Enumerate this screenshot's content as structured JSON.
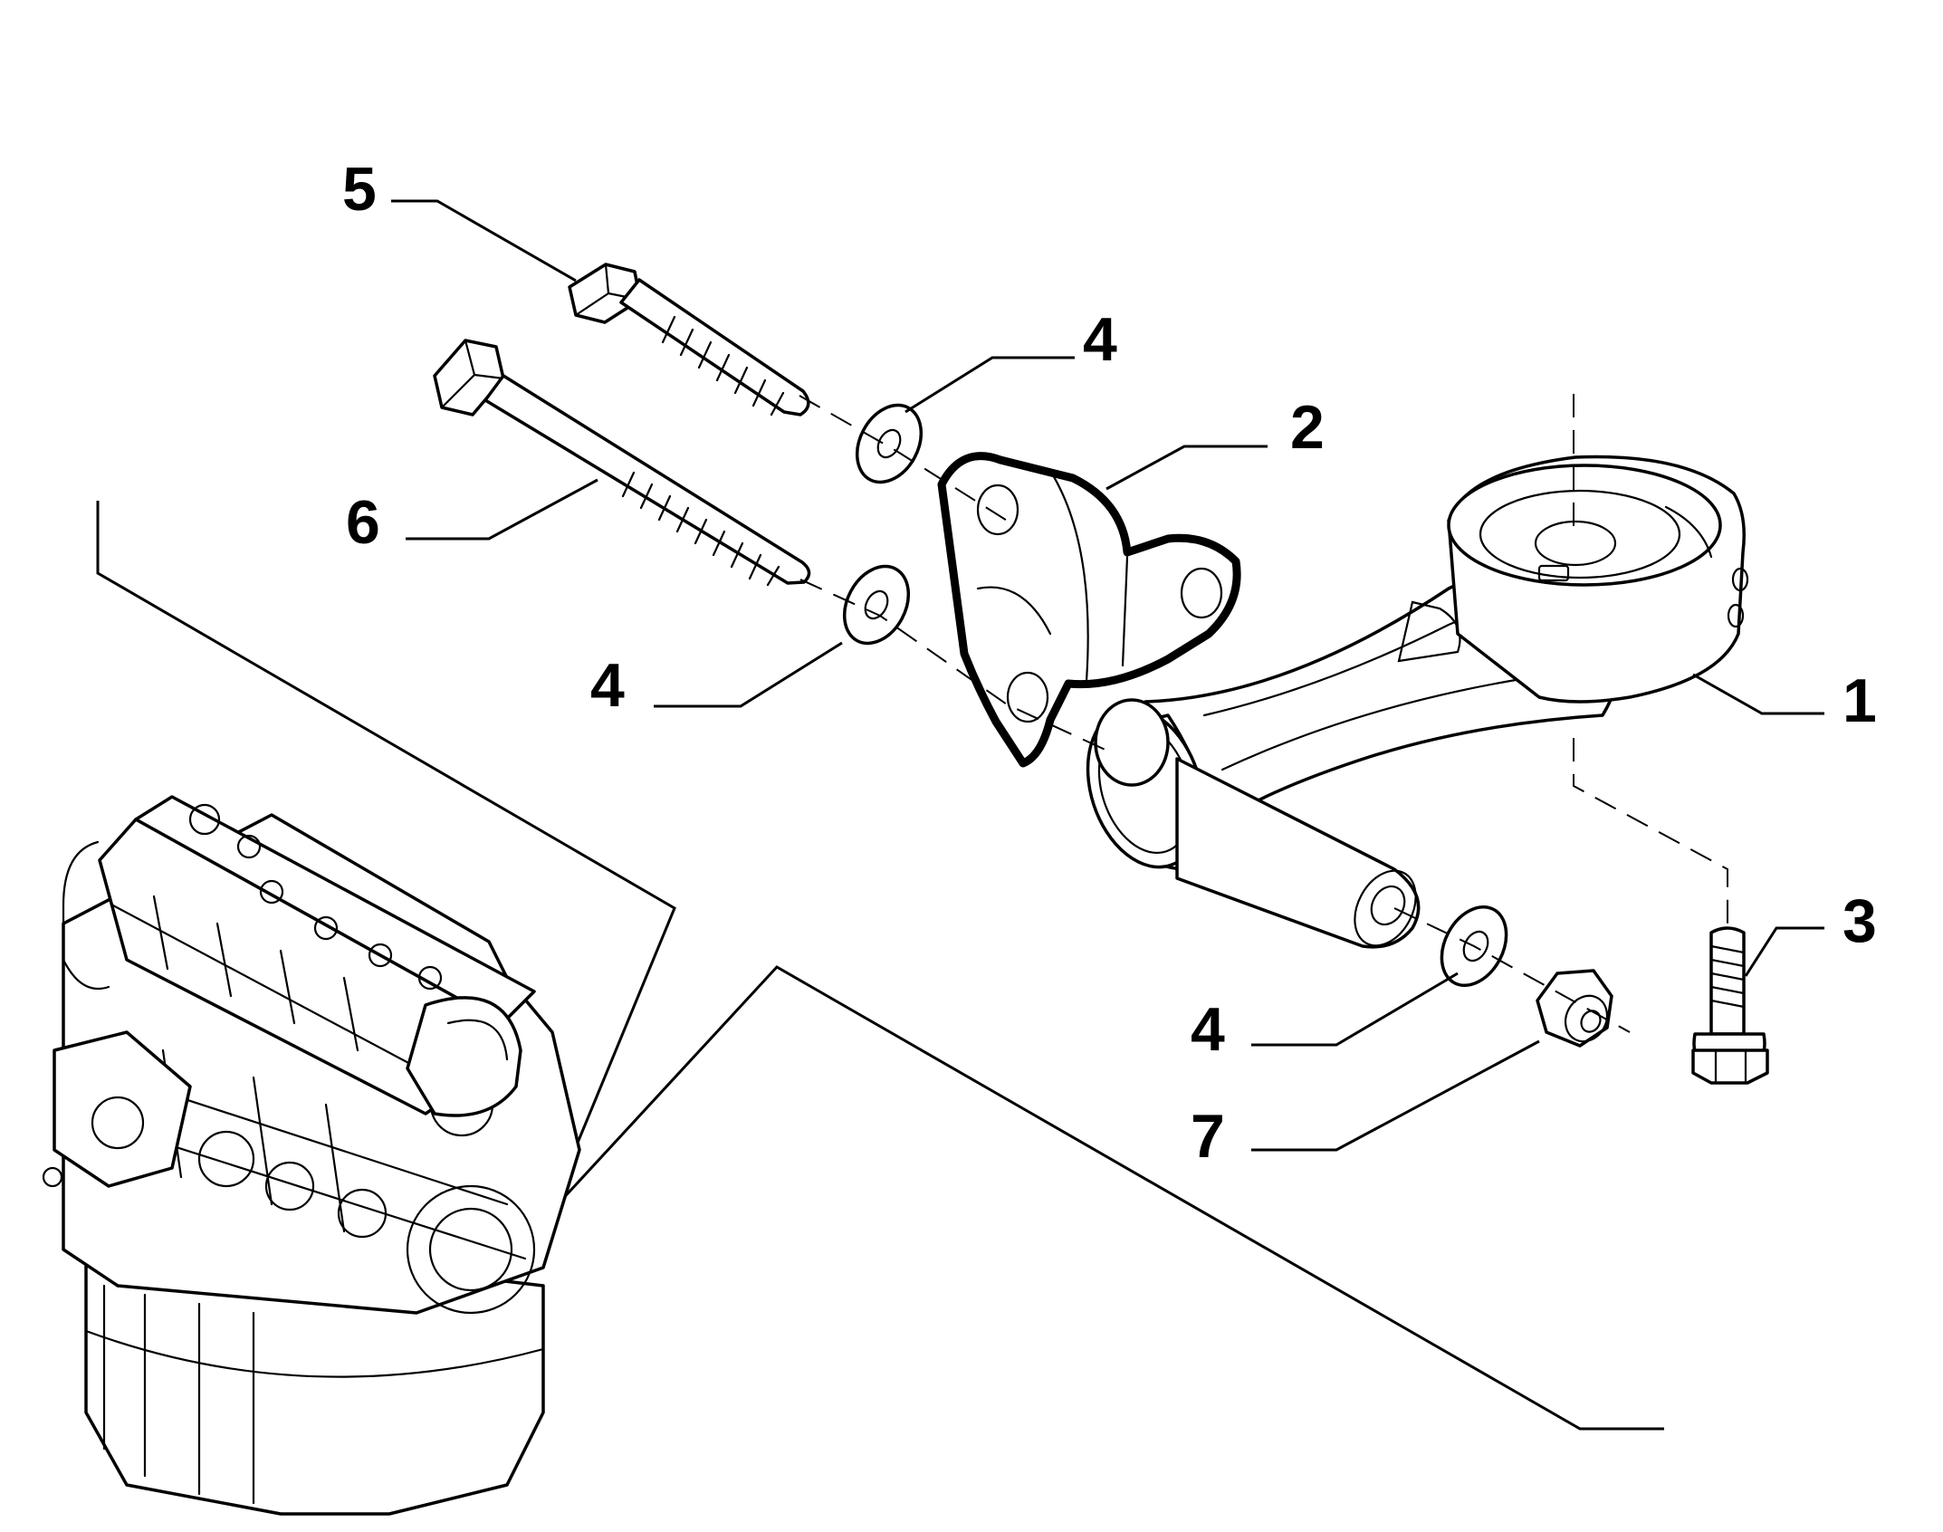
{
  "callouts": {
    "c1": "1",
    "c2": "2",
    "c3": "3",
    "c4a": "4",
    "c4b": "4",
    "c4c": "4",
    "c5": "5",
    "c6": "6",
    "c7": "7"
  },
  "colors": {
    "ink": "#000000",
    "paper": "#ffffff"
  }
}
